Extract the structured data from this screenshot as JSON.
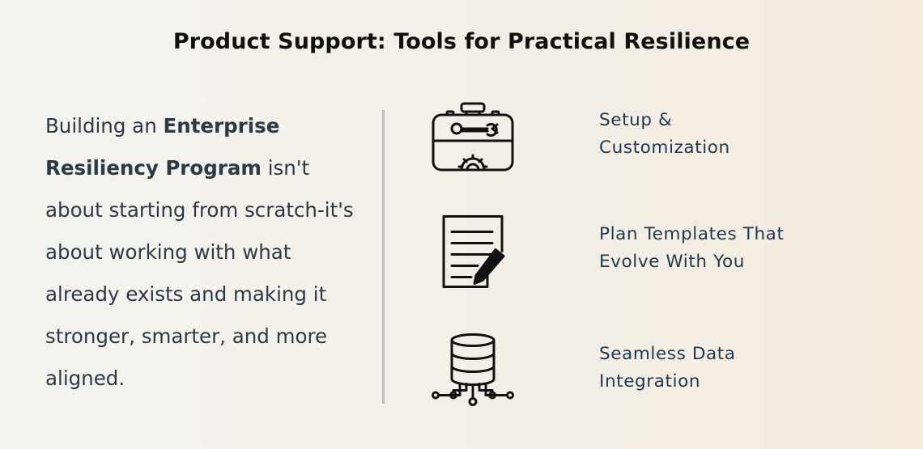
{
  "title": "Product Support: Tools for Practical Resilience",
  "intro": {
    "part1": "Building an ",
    "bold": "Enterprise Resiliency Program",
    "part2": " isn't about starting from scratch-it's about working with what already exists and making it stronger, smarter, and more aligned."
  },
  "features": [
    {
      "icon": "toolbox-icon",
      "line1": "Setup &",
      "line2": "Customization"
    },
    {
      "icon": "document-pen-icon",
      "line1": "Plan Templates That",
      "line2": "Evolve With You"
    },
    {
      "icon": "database-icon",
      "line1": "Seamless Data",
      "line2": "Integration"
    }
  ]
}
